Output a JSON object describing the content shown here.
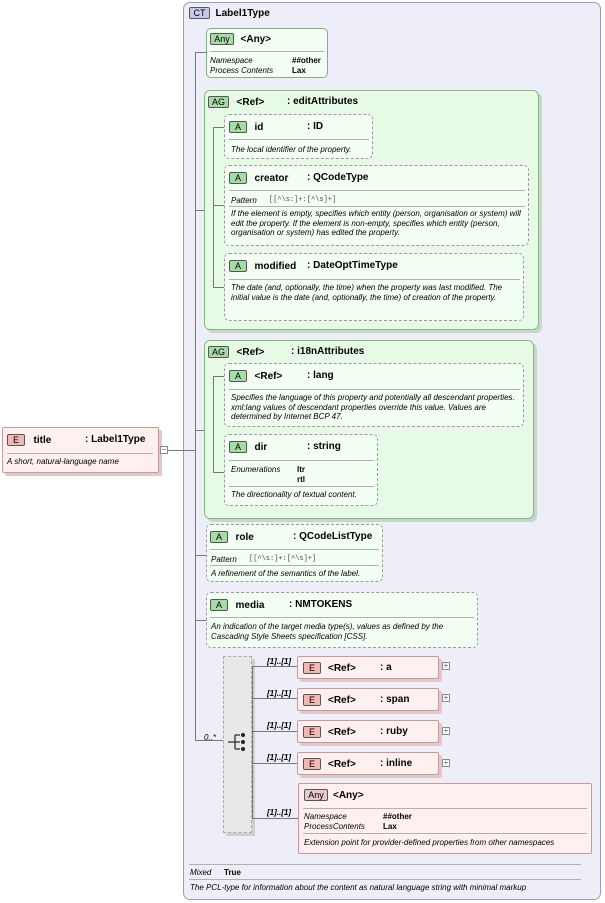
{
  "complex_type": {
    "badge": "CT",
    "name": "Label1Type"
  },
  "title_element": {
    "badge": "E",
    "name": "title",
    "type": ": Label1Type",
    "doc": "A short, natural-language name"
  },
  "any_attr": {
    "badge": "Any",
    "name": "<Any>",
    "ns_label": "Namespace",
    "ns_value": "##other",
    "pc_label": "Process Contents",
    "pc_value": "Lax"
  },
  "edit_group": {
    "badge": "AG",
    "ref": "<Ref>",
    "name": ": editAttributes",
    "id": {
      "badge": "A",
      "name": "id",
      "type": ": ID",
      "doc": "The local identifier of the property."
    },
    "creator": {
      "badge": "A",
      "name": "creator",
      "type": ": QCodeType",
      "pattern_label": "Pattern",
      "pattern_value": "[[^\\s:]+:[^\\s]+]",
      "doc": "If the element is empty, specifies which entity (person, organisation or system) will edit the property. If the element is non-empty, specifies which entity (person, organisation or system) has edited the property."
    },
    "modified": {
      "badge": "A",
      "name": "modified",
      "type": ": DateOptTimeType",
      "doc": "The date (and, optionally, the time) when the property was last modified. The initial value is the date (and, optionally, the time) of creation of the property."
    }
  },
  "i18n_group": {
    "badge": "AG",
    "ref": "<Ref>",
    "name": ": i18nAttributes",
    "lang": {
      "badge": "A",
      "ref": "<Ref>",
      "name": ": lang",
      "doc": "Specifies the language of this property and potentially all descendant properties. xml:lang values of descendant properties override this value. Values are determined by Internet BCP 47."
    },
    "dir": {
      "badge": "A",
      "name": "dir",
      "type": ": string",
      "enum_label": "Enumerations",
      "enum_values": [
        "ltr",
        "rtl"
      ],
      "doc": "The directionality of textual content."
    }
  },
  "role": {
    "badge": "A",
    "name": "role",
    "type": ": QCodeListType",
    "pattern_label": "Pattern",
    "pattern_value": "[[^\\s:]+:[^\\s]+]",
    "doc": "A refinement of the semantics of the label."
  },
  "media": {
    "badge": "A",
    "name": "media",
    "type": ": NMTOKENS",
    "doc": "An indication of the target media type(s), values as defined by the Cascading Style Sheets specification [CSS]."
  },
  "choice": {
    "cardinality": "0..*"
  },
  "children": [
    {
      "card": "[1]..[1]",
      "badge": "E",
      "ref": "<Ref>",
      "name": ": a"
    },
    {
      "card": "[1]..[1]",
      "badge": "E",
      "ref": "<Ref>",
      "name": ": span"
    },
    {
      "card": "[1]..[1]",
      "badge": "E",
      "ref": "<Ref>",
      "name": ": ruby"
    },
    {
      "card": "[1]..[1]",
      "badge": "E",
      "ref": "<Ref>",
      "name": ": inline"
    }
  ],
  "any_element": {
    "card": "[1]..[1]",
    "badge": "Any",
    "name": "<Any>",
    "ns_label": "Namespace",
    "ns_value": "##other",
    "pc_label": "ProcessContents",
    "pc_value": "Lax",
    "doc": "Extension point for provider-defined properties from other namespaces"
  },
  "footer": {
    "mixed_label": "Mixed",
    "mixed_value": "True",
    "doc": "The PCL-type for information about the content as natural language string with minimal markup"
  }
}
